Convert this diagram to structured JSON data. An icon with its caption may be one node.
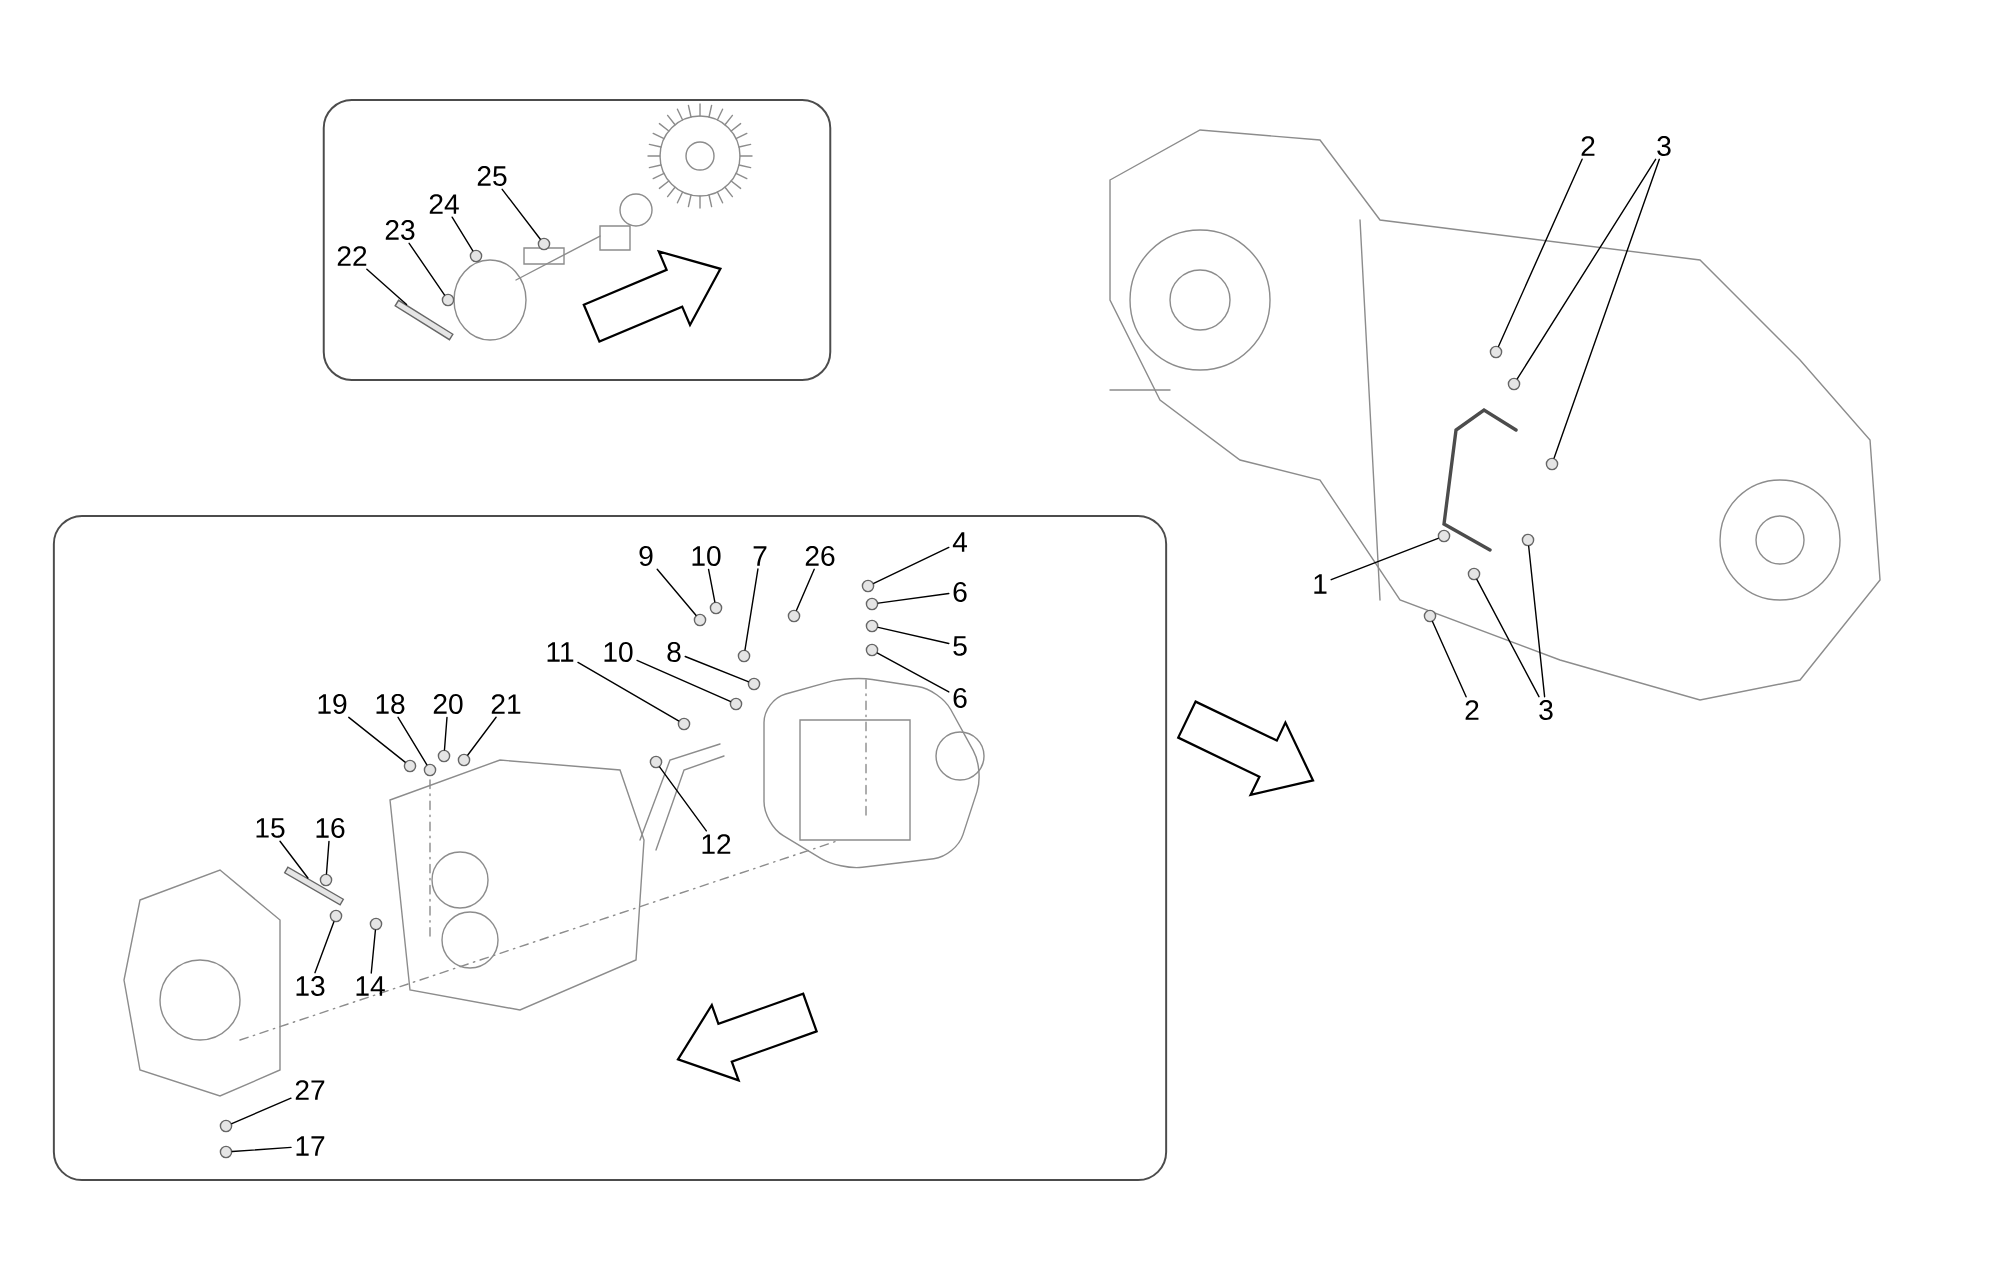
{
  "diagram": {
    "nodes": [
      {
        "text": [],
        "shape": "box"
      },
      {
        "text": [],
        "shape": "box"
      },
      {
        "text": [
          "22"
        ],
        "in": 0
      },
      {
        "text": [
          "23"
        ],
        "in": 0
      },
      {
        "text": [
          "24"
        ],
        "in": 0
      },
      {
        "text": [
          "25"
        ],
        "in": 0
      },
      {
        "text": [
          "9"
        ],
        "in": 1
      },
      {
        "text": [
          "10"
        ],
        "in": 1
      },
      {
        "text": [
          "7"
        ],
        "in": 1
      },
      {
        "text": [
          "26"
        ],
        "in": 1
      },
      {
        "text": [
          "4"
        ],
        "in": 1
      },
      {
        "text": [
          "6"
        ],
        "in": 1
      },
      {
        "text": [
          "5"
        ],
        "in": 1
      },
      {
        "text": [
          "6"
        ],
        "in": 1
      },
      {
        "text": [
          "11"
        ],
        "in": 1
      },
      {
        "text": [
          "10"
        ],
        "in": 1
      },
      {
        "text": [
          "8"
        ],
        "in": 1
      },
      {
        "text": [
          "19"
        ],
        "in": 1
      },
      {
        "text": [
          "18"
        ],
        "in": 1
      },
      {
        "text": [
          "20"
        ],
        "in": 1
      },
      {
        "text": [
          "21"
        ],
        "in": 1
      },
      {
        "text": [
          "12"
        ],
        "in": 1
      },
      {
        "text": [
          "15"
        ],
        "in": 1
      },
      {
        "text": [
          "16"
        ],
        "in": 1
      },
      {
        "text": [
          "13"
        ],
        "in": 1
      },
      {
        "text": [
          "14"
        ],
        "in": 1
      },
      {
        "text": [
          "27"
        ],
        "in": 1
      },
      {
        "text": [
          "17"
        ],
        "in": 1
      },
      {
        "text": [
          "2"
        ]
      },
      {
        "text": [
          "3"
        ]
      },
      {
        "text": [
          "1"
        ]
      },
      {
        "text": [
          "2"
        ]
      },
      {
        "text": [
          "3"
        ]
      },
      {
        "text": [],
        "shape": "bar",
        "in": 0
      },
      {
        "text": [],
        "shape": "circle",
        "in": 1
      },
      {
        "text": [],
        "shape": "circle",
        "in": 1
      },
      {
        "text": [],
        "shape": "bar",
        "in": 1
      },
      {
        "text": [],
        "shape": "circle",
        "in": 0
      },
      {
        "text": [],
        "shape": "circle",
        "in": 0
      },
      {
        "text": [],
        "shape": "circle",
        "in": 0
      },
      {
        "text": [],
        "shape": "circle",
        "in": 1
      },
      {
        "text": [],
        "shape": "circle",
        "in": 1
      },
      {
        "text": [],
        "shape": "circle",
        "in": 1
      },
      {
        "text": [],
        "shape": "circle",
        "in": 1
      },
      {
        "text": [],
        "shape": "circle",
        "in": 1
      },
      {
        "text": [],
        "shape": "circle",
        "in": 1
      },
      {
        "text": [],
        "shape": "circle",
        "in": 1
      },
      {
        "text": [],
        "shape": "circle",
        "in": 1
      },
      {
        "text": [],
        "shape": "circle",
        "in": 1
      },
      {
        "text": [],
        "shape": "circle",
        "in": 1
      },
      {
        "text": [],
        "shape": "circle",
        "in": 1
      },
      {
        "text": [],
        "shape": "circle",
        "in": 1
      },
      {
        "text": [],
        "shape": "circle",
        "in": 1
      },
      {
        "text": [],
        "shape": "circle",
        "in": 1
      },
      {
        "text": [],
        "shape": "circle",
        "in": 1
      },
      {
        "text": [],
        "shape": "circle",
        "in": 1
      },
      {
        "text": [],
        "shape": "circle",
        "in": 1
      },
      {
        "text": [],
        "shape": "circle",
        "in": 1
      },
      {
        "text": [],
        "shape": "circle",
        "in": 1
      },
      {
        "text": [],
        "shape": "circle"
      },
      {
        "text": [],
        "shape": "circle"
      },
      {
        "text": [],
        "shape": "circle"
      },
      {
        "text": [],
        "shape": "circle"
      },
      {
        "text": [],
        "shape": "circle"
      },
      {
        "text": [],
        "shape": "circle"
      },
      {
        "text": [],
        "shape": "circle"
      }
    ],
    "edges": [
      {
        "from": 2,
        "to": 33,
        "arrow": "none"
      },
      {
        "from": 3,
        "to": 37,
        "arrow": "none"
      },
      {
        "from": 4,
        "to": 38,
        "arrow": "none"
      },
      {
        "from": 5,
        "to": 39,
        "arrow": "none"
      },
      {
        "from": 6,
        "to": 34,
        "arrow": "none"
      },
      {
        "from": 7,
        "to": 40,
        "arrow": "none"
      },
      {
        "from": 8,
        "to": 41,
        "arrow": "none"
      },
      {
        "from": 9,
        "to": 42,
        "arrow": "none"
      },
      {
        "from": 10,
        "to": 35,
        "arrow": "none"
      },
      {
        "from": 11,
        "to": 43,
        "arrow": "none"
      },
      {
        "from": 12,
        "to": 44,
        "arrow": "none"
      },
      {
        "from": 13,
        "to": 45,
        "arrow": "none"
      },
      {
        "from": 14,
        "to": 46,
        "arrow": "none"
      },
      {
        "from": 15,
        "to": 47,
        "arrow": "none"
      },
      {
        "from": 16,
        "to": 48,
        "arrow": "none"
      },
      {
        "from": 17,
        "to": 49,
        "arrow": "none"
      },
      {
        "from": 18,
        "to": 50,
        "arrow": "none"
      },
      {
        "from": 19,
        "to": 51,
        "arrow": "none"
      },
      {
        "from": 20,
        "to": 52,
        "arrow": "none"
      },
      {
        "from": 21,
        "to": 53,
        "arrow": "none"
      },
      {
        "from": 22,
        "to": 36,
        "arrow": "none"
      },
      {
        "from": 23,
        "to": 54,
        "arrow": "none"
      },
      {
        "from": 24,
        "to": 55,
        "arrow": "none"
      },
      {
        "from": 25,
        "to": 56,
        "arrow": "none"
      },
      {
        "from": 26,
        "to": 57,
        "arrow": "none"
      },
      {
        "from": 27,
        "to": 58,
        "arrow": "none"
      },
      {
        "from": 28,
        "to": 59,
        "arrow": "none"
      },
      {
        "from": 29,
        "to": 60,
        "arrow": "none"
      },
      {
        "from": 29,
        "to": 61,
        "arrow": "none"
      },
      {
        "from": 30,
        "to": 62,
        "arrow": "none"
      },
      {
        "from": 31,
        "to": 63,
        "arrow": "none"
      },
      {
        "from": 32,
        "to": 64,
        "arrow": "none"
      },
      {
        "from": 32,
        "to": 65,
        "arrow": "none"
      }
    ]
  }
}
